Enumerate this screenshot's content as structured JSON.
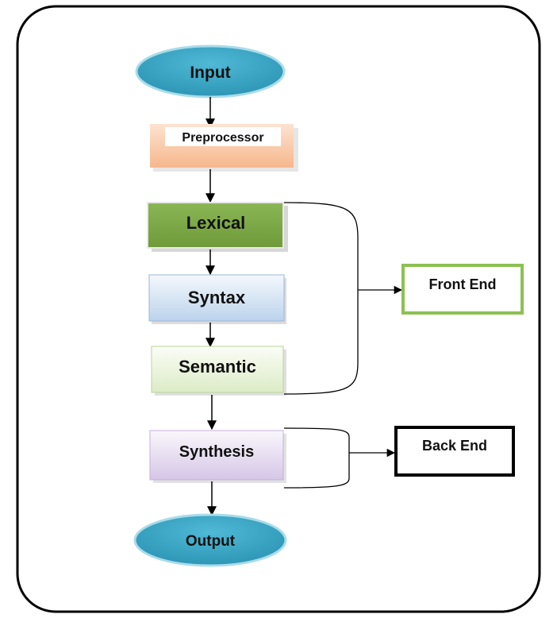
{
  "diagram": {
    "nodes": {
      "input": "Input",
      "preprocessor": "Preprocessor",
      "lexical": "Lexical",
      "syntax": "Syntax",
      "semantic": "Semantic",
      "synthesis": "Synthesis",
      "output": "Output",
      "front_end": "Front End",
      "back_end": "Back End"
    },
    "colors": {
      "frame": "#000000",
      "ellipse_fill": "#3aa6c4",
      "ellipse_stroke": "#8fd3e6",
      "preprocessor_fill": "#f6b78c",
      "lexical_fill": "#7ea845",
      "syntax_fill": "#cfe0f2",
      "semantic_fill": "#e8f2d8",
      "synthesis_fill": "#e2d7ec",
      "front_end_border": "#8cc152",
      "back_end_border": "#000000"
    }
  }
}
